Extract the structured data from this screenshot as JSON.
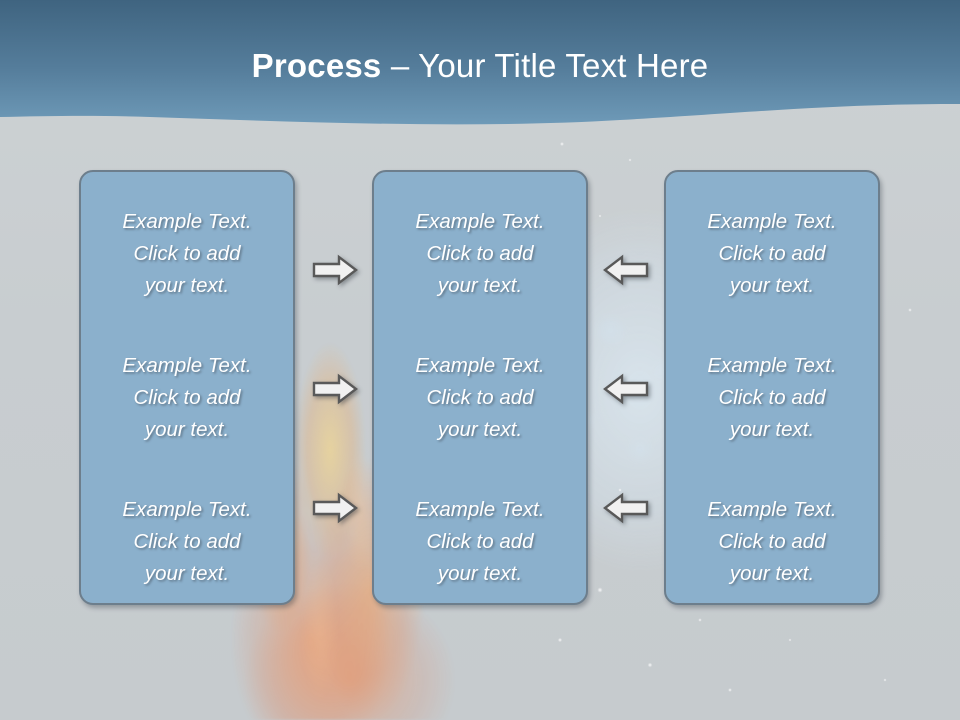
{
  "slide": {
    "title_bold": "Process",
    "title_rest": " – Your Title Text Here",
    "theme": {
      "header_top": "#46697f",
      "header_bottom": "#6d97b4",
      "background": "#c9ced1",
      "box_fill": "#8bb0cc",
      "box_border": "#6d7e8c",
      "arrow_fill": "#f1f1f1",
      "arrow_border": "#595959",
      "text_color": "#ffffff"
    },
    "columns": [
      {
        "name": "column-left",
        "items": [
          {
            "line1": "Example Text.",
            "line2": "Click  to add",
            "line3": "your text."
          },
          {
            "line1": "Example Text.",
            "line2": "Click  to add",
            "line3": "your text."
          },
          {
            "line1": "Example Text.",
            "line2": "Click  to add",
            "line3": "your text."
          }
        ]
      },
      {
        "name": "column-center",
        "items": [
          {
            "line1": "Example Text.",
            "line2": "Click  to add",
            "line3": "your text."
          },
          {
            "line1": "Example Text.",
            "line2": "Click  to add",
            "line3": "your text."
          },
          {
            "line1": "Example Text.",
            "line2": "Click  to add",
            "line3": "your text."
          }
        ]
      },
      {
        "name": "column-right",
        "items": [
          {
            "line1": "Example Text.",
            "line2": "Click  to add",
            "line3": "your text."
          },
          {
            "line1": "Example Text.",
            "line2": "Click  to add",
            "line3": "your text."
          },
          {
            "line1": "Example Text.",
            "line2": "Click  to add",
            "line3": "your text."
          }
        ]
      }
    ],
    "connectors": [
      {
        "icon": "arrow-right-icon",
        "direction": "right",
        "row": 1,
        "between": "column-left-to-column-center"
      },
      {
        "icon": "arrow-right-icon",
        "direction": "right",
        "row": 2,
        "between": "column-left-to-column-center"
      },
      {
        "icon": "arrow-right-icon",
        "direction": "right",
        "row": 3,
        "between": "column-left-to-column-center"
      },
      {
        "icon": "arrow-left-icon",
        "direction": "left",
        "row": 1,
        "between": "column-right-to-column-center"
      },
      {
        "icon": "arrow-left-icon",
        "direction": "left",
        "row": 2,
        "between": "column-right-to-column-center"
      },
      {
        "icon": "arrow-left-icon",
        "direction": "left",
        "row": 3,
        "between": "column-right-to-column-center"
      }
    ]
  }
}
